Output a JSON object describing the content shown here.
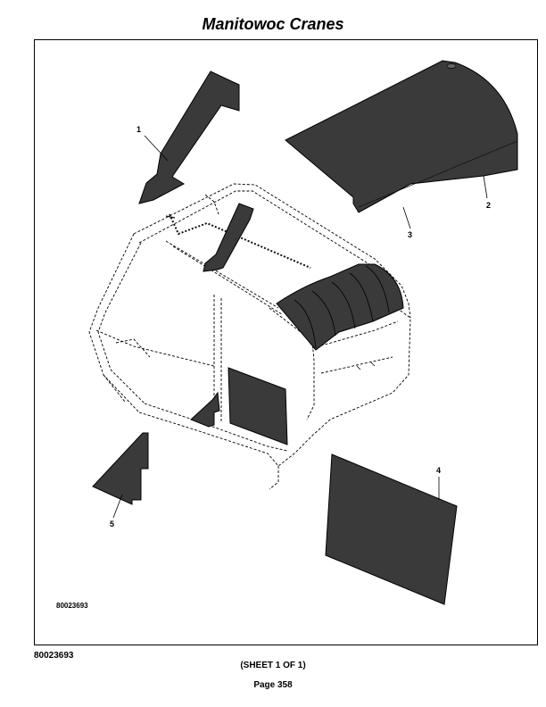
{
  "header": {
    "title": "Manitowoc Cranes"
  },
  "diagram": {
    "drawing_number": "80023693",
    "callouts": [
      {
        "id": "callout-1",
        "label": "1"
      },
      {
        "id": "callout-2",
        "label": "2"
      },
      {
        "id": "callout-3",
        "label": "3"
      },
      {
        "id": "callout-4",
        "label": "4"
      },
      {
        "id": "callout-5",
        "label": "5"
      }
    ]
  },
  "footer": {
    "doc_number": "80023693",
    "sheet": "(SHEET 1 OF 1)",
    "page": "Page 358"
  }
}
